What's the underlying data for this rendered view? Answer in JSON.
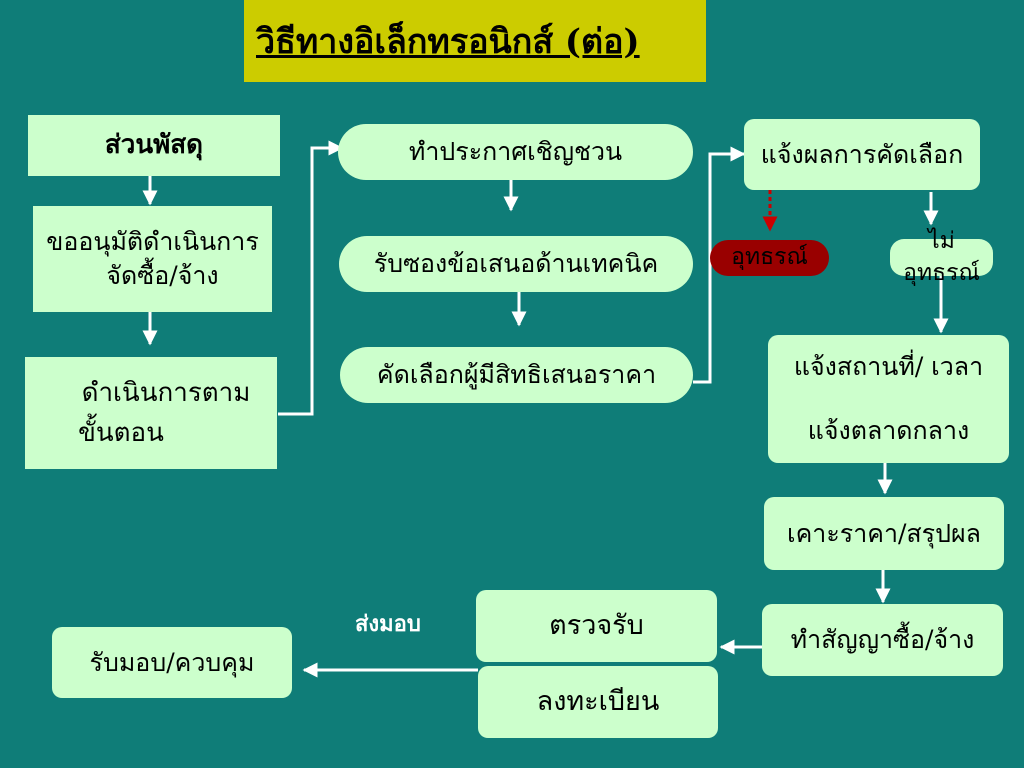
{
  "title": "วิธีทางอิเล็กทรอนิกส์ (ต่อ)",
  "nodes": {
    "supply_unit": "ส่วนพัสดุ",
    "request_approval_1": "ขออนุมัติดำเนินการ",
    "request_approval_2": "จัดซื้อ/จ้าง",
    "proceed_steps_1": "ดำเนินการตาม",
    "proceed_steps_2": "ขั้นตอน",
    "invitation": "ทำประกาศเชิญชวน",
    "receive_tech_proposal": "รับซองข้อเสนอด้านเทคนิค",
    "select_qualified": "คัดเลือกผู้มีสิทธิเสนอราคา",
    "notify_result": "แจ้งผลการคัดเลือก",
    "appeal": "อุทธรณ์",
    "no_appeal": "ไม่อุทธรณ์",
    "notify_place_time": "แจ้งสถานที่/ เวลา",
    "notify_central_market": "แจ้งตลาดกลาง",
    "bid_summary": "เคาะราคา/สรุปผล",
    "contract": "ทำสัญญาซื้อ/จ้าง",
    "inspect": "ตรวจรับ",
    "register": "ลงทะเบียน",
    "receive_control": "รับมอบ/ควบคุม"
  },
  "labels": {
    "deliver": "ส่งมอบ"
  },
  "colors": {
    "background": "#0f7d78",
    "box": "#ccffcc",
    "title_bg": "#cccc00",
    "appeal_bg": "#990000",
    "appeal_arrow": "#cc0000"
  }
}
